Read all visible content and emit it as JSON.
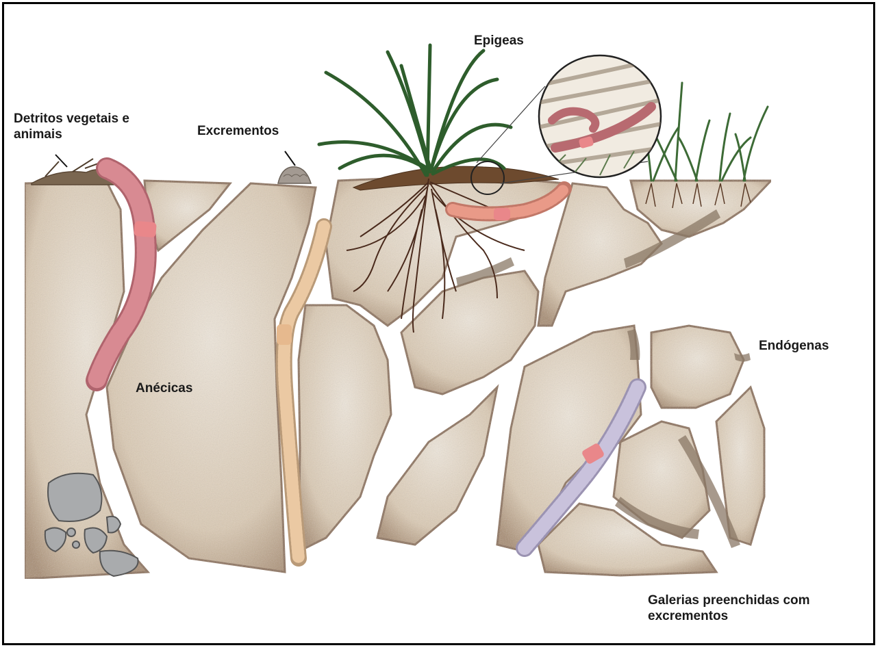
{
  "labels": {
    "epigeas": "Epigeas",
    "detritos": [
      "Detritos vegetais e",
      "animais"
    ],
    "excrementos": "Excrementos",
    "anecicas": "Anécicas",
    "endogenas": "Endógenas",
    "galerias": [
      "Galerias preenchidas com",
      "excrementos"
    ]
  },
  "colors": {
    "frame": "#000000",
    "soil": "#8a6f55",
    "soil_light": "#c9b79f",
    "burrow": "#ffffff",
    "grass": "#2e5d2c",
    "root": "#4a2a1c",
    "worm_anecic": "#d88a92",
    "worm_beige": "#ebc9a3",
    "worm_epigeic": "#e99a88",
    "worm_endogeic": "#c9c2dc",
    "clitellum": "#e9878a",
    "stone": "#a9abad"
  }
}
